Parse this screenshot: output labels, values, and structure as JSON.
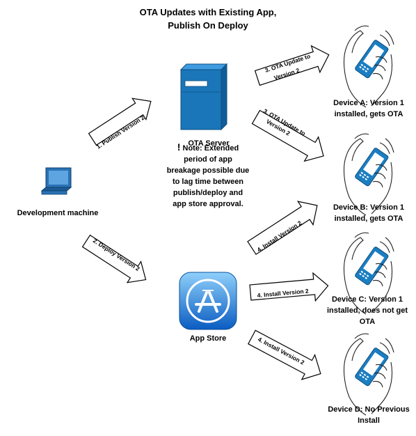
{
  "title": {
    "line1": "OTA Updates with Existing App,",
    "line2": "Publish On Deploy"
  },
  "nodes": {
    "dev_machine": "Development machine",
    "ota_server": "OTA Server",
    "app_store": "App Store",
    "device_a": [
      "Device A: Version 1",
      "installed, gets OTA"
    ],
    "device_b": [
      "Device B: Version 1",
      "installed, gets OTA"
    ],
    "device_c": [
      "Device C: Version 1",
      "installed, does not get",
      "OTA"
    ],
    "device_d": [
      "Device D: No Previous",
      "Install"
    ]
  },
  "note": {
    "mark": "!",
    "lines": [
      "Note: Extended",
      "period of app",
      "breakage possible due",
      "to lag time between",
      "publish/deploy and",
      "app store approval."
    ]
  },
  "arrows": {
    "publish": "1. Publish Version 2",
    "deploy": "2. Deploy Version 2",
    "ota_a": [
      "3. OTA Update to",
      "Version 2"
    ],
    "ota_b": [
      "3. OTA Update to",
      "Version 2"
    ],
    "install_b": "4. Install Version 2",
    "install_c": "4. Install Version 2",
    "install_d": "4. Install Version 2"
  },
  "colors": {
    "device_blue": "#1b7ec2",
    "server_blue": "#1a76b9",
    "laptop_blue": "#2a72b5",
    "appstore_top": "#7fc3f5",
    "appstore_bottom": "#0b5fc0"
  }
}
